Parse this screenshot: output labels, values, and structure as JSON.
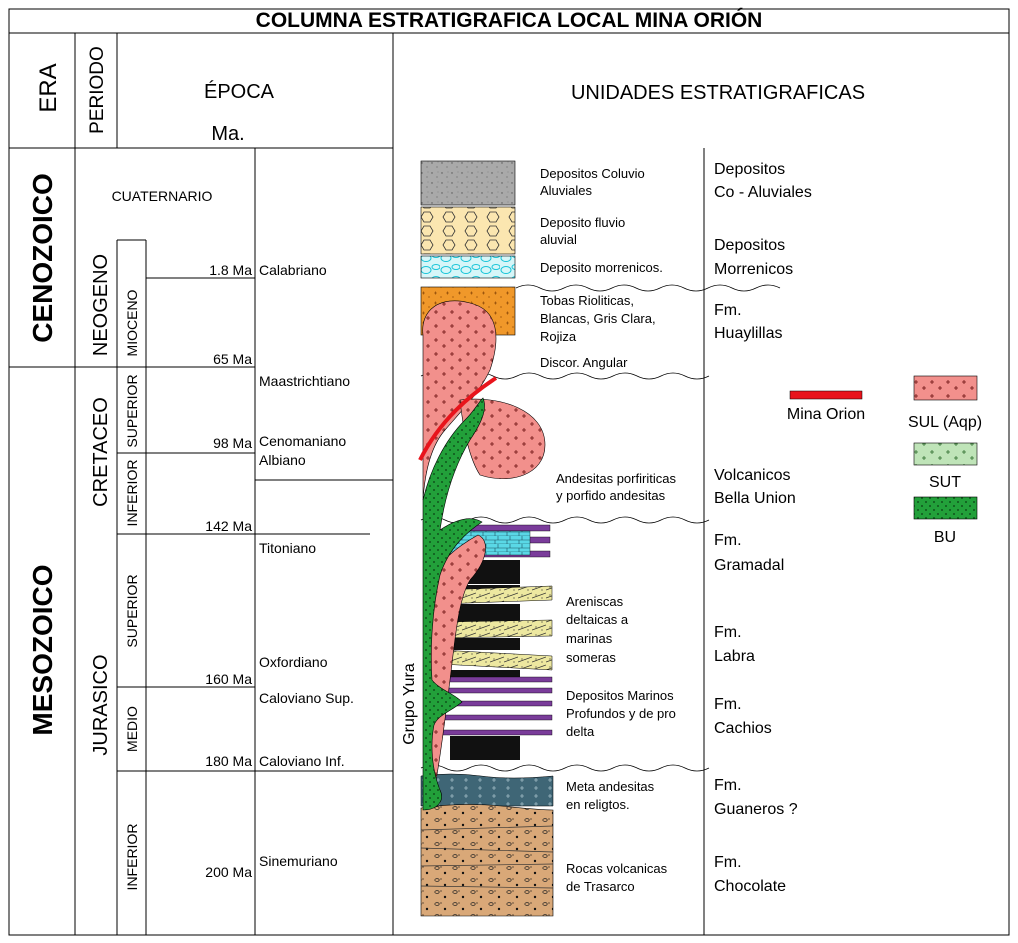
{
  "title": "COLUMNA ESTRATIGRAFICA LOCAL MINA ORIÓN",
  "headers": {
    "era": "ERA",
    "periodo": "PERIODO",
    "epoca": "ÉPOCA",
    "ma": "Ma.",
    "unidades": "UNIDADES ESTRATIGRAFICAS"
  },
  "eras": [
    {
      "label": "CENOZOICO"
    },
    {
      "label": "MESOZOICO"
    }
  ],
  "periods": {
    "cuaternario": "CUATERNARIO",
    "neogeno": "NEOGENO",
    "cretaceo": "CRETACEO",
    "jurasico": "JURASICO"
  },
  "epochs": {
    "mioceno": "MIOCENO",
    "cret_superior": "SUPERIOR",
    "cret_inferior": "INFERIOR",
    "jur_superior": "SUPERIOR",
    "jur_medio": "MEDIO",
    "jur_inferior": "INFERIOR"
  },
  "ages_ma": [
    "1.8 Ma",
    "65 Ma",
    "98 Ma",
    "142 Ma",
    "160 Ma",
    "180 Ma",
    "200 Ma"
  ],
  "stages": [
    "Calabriano",
    "Maastrichtiano",
    "Cenomaniano",
    "Albiano",
    "Titoniano",
    "Oxfordiano",
    "Caloviano Sup.",
    "Caloviano Inf.",
    "Sinemuriano"
  ],
  "lithology_desc": {
    "coluvio": [
      "Depositos Coluvio",
      "Aluviales"
    ],
    "fluvio": [
      "Deposito fluvio",
      "aluvial"
    ],
    "morrenicos": "Deposito morrenicos.",
    "tobas": [
      "Tobas Rioliticas,",
      "Blancas, Gris Clara,",
      "Rojiza"
    ],
    "discor": "Discor. Angular",
    "andesitas": [
      "Andesitas porfiriticas",
      "y porfido andesitas"
    ],
    "areniscas": [
      "Areniscas",
      "deltaicas a",
      "marinas",
      "someras"
    ],
    "marinos": [
      "Depositos Marinos",
      "Profundos y de pro",
      "delta"
    ],
    "meta": [
      "Meta andesitas",
      "en religtos."
    ],
    "rocas": [
      "Rocas volcanicas",
      "de Trasarco"
    ]
  },
  "grupo_yura": "Grupo Yura",
  "formations": [
    [
      "Depositos",
      "Co - Aluviales"
    ],
    [
      "Depositos",
      "Morrenicos"
    ],
    [
      "Fm.",
      "Huaylillas"
    ],
    [
      "Volcanicos",
      "Bella Union"
    ],
    [
      "Fm.",
      "Gramadal"
    ],
    [
      "Fm.",
      "Labra"
    ],
    [
      "Fm.",
      "Cachios"
    ],
    [
      "Fm.",
      "Guaneros ?"
    ],
    [
      "Fm.",
      "Chocolate"
    ]
  ],
  "legend": {
    "mina": "Mina Orion",
    "sul": "SUL (Aqp)",
    "sut": "SUT",
    "bu": "BU"
  },
  "colors": {
    "mina_red": "#e8141c",
    "sul_pink": "#f08f8c",
    "sut_lightgreen": "#b8e0b0",
    "bu_green": "#22a03a",
    "tobas_orange": "#f0982a",
    "fluvio_cream": "#fbe6b0",
    "morrenico_cyan": "#c8f2f6",
    "coluvio_gray": "#a8a8a8",
    "purple": "#7a3c9a",
    "sandstone_yellow": "#ede8a0",
    "meta_teal": "#3f6676",
    "chocolate_tan": "#d9a878"
  }
}
